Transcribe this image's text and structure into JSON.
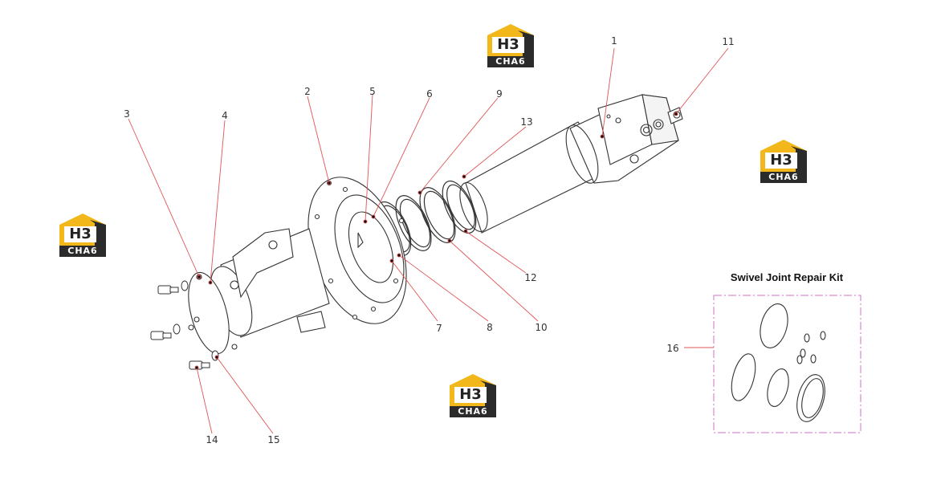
{
  "diagram": {
    "kit_title": "Swivel Joint Repair Kit",
    "callouts": [
      "1",
      "2",
      "3",
      "4",
      "5",
      "6",
      "7",
      "8",
      "9",
      "10",
      "11",
      "12",
      "13",
      "14",
      "15",
      "16"
    ]
  },
  "watermark": {
    "top_text": "H3",
    "bottom_text": "CHA6",
    "colors": {
      "yellow": "#f2b71a",
      "dark": "#2b2b2b"
    }
  },
  "colors": {
    "leader": "#e05555",
    "kit_border": "#d070c8",
    "drawing": "#333333"
  }
}
